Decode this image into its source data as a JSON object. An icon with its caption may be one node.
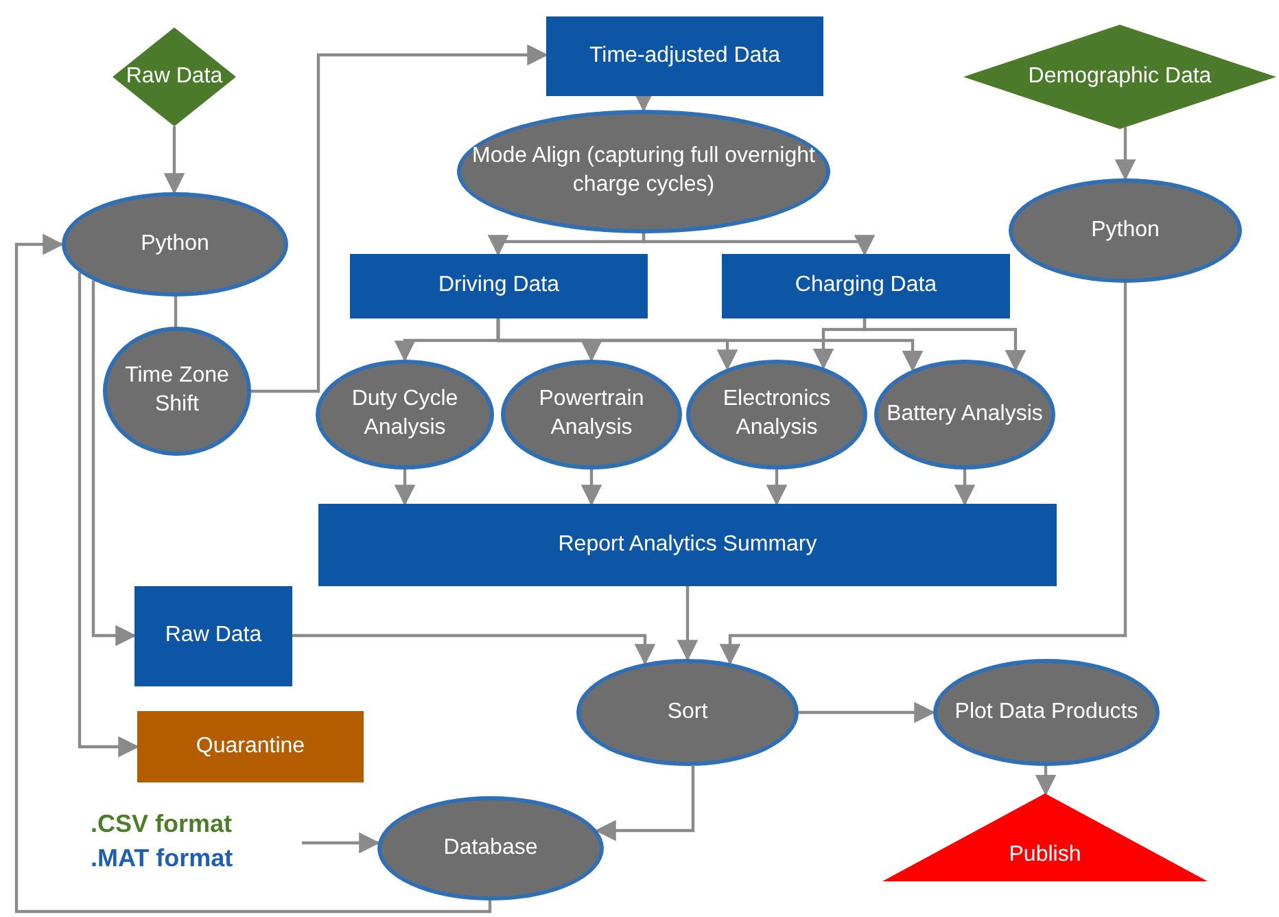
{
  "diagram": {
    "nodes": [
      {
        "text": [
          "Raw Data"
        ]
      },
      {
        "text": [
          "Time-adjusted Data"
        ]
      },
      {
        "text": [
          "Demographic Data"
        ]
      },
      {
        "text": [
          "Mode Align (capturing full overnight charge cycles)"
        ]
      },
      {
        "text": [
          "Python"
        ]
      },
      {
        "text": [
          "Python"
        ]
      },
      {
        "text": [
          "Driving Data"
        ]
      },
      {
        "text": [
          "Charging Data"
        ]
      },
      {
        "text": [
          "Time Zone Shift"
        ]
      },
      {
        "text": [
          "Duty Cycle Analysis"
        ]
      },
      {
        "text": [
          "Powertrain Analysis"
        ]
      },
      {
        "text": [
          "Electronics Analysis"
        ]
      },
      {
        "text": [
          "Battery Analysis"
        ]
      },
      {
        "text": [
          "Report Analytics Summary"
        ]
      },
      {
        "text": [
          "Raw Data"
        ]
      },
      {
        "text": [
          "Sort"
        ]
      },
      {
        "text": [
          "Plot Data Products"
        ]
      },
      {
        "text": [
          "Quarantine"
        ]
      },
      {
        "text": [
          ".CSV format",
          ".MAT format"
        ]
      },
      {
        "text": [
          "Database"
        ]
      },
      {
        "text": [
          "Publish"
        ]
      }
    ],
    "edges": [
      {
        "from": 0,
        "to": 4,
        "arrow": "to"
      },
      {
        "from": 4,
        "to": 8,
        "arrow": "none"
      },
      {
        "from": 8,
        "to": 1,
        "arrow": "to"
      },
      {
        "from": 1,
        "to": 3,
        "arrow": "to"
      },
      {
        "from": 3,
        "to": 6,
        "arrow": "to"
      },
      {
        "from": 3,
        "to": 7,
        "arrow": "to"
      },
      {
        "from": 2,
        "to": 5,
        "arrow": "to"
      },
      {
        "from": 6,
        "to": 9,
        "arrow": "to"
      },
      {
        "from": 6,
        "to": 10,
        "arrow": "to"
      },
      {
        "from": 6,
        "to": 11,
        "arrow": "to"
      },
      {
        "from": 6,
        "to": 12,
        "arrow": "to"
      },
      {
        "from": 7,
        "to": 11,
        "arrow": "to"
      },
      {
        "from": 7,
        "to": 12,
        "arrow": "to"
      },
      {
        "from": 9,
        "to": 13,
        "arrow": "to"
      },
      {
        "from": 10,
        "to": 13,
        "arrow": "to"
      },
      {
        "from": 11,
        "to": 13,
        "arrow": "to"
      },
      {
        "from": 12,
        "to": 13,
        "arrow": "to"
      },
      {
        "from": 13,
        "to": 15,
        "arrow": "to"
      },
      {
        "from": 4,
        "to": 14,
        "arrow": "to"
      },
      {
        "from": 4,
        "to": 17,
        "arrow": "to"
      },
      {
        "from": 14,
        "to": 15,
        "arrow": "to"
      },
      {
        "from": 5,
        "to": 15,
        "arrow": "to"
      },
      {
        "from": 15,
        "to": 16,
        "arrow": "to"
      },
      {
        "from": 16,
        "to": 20,
        "arrow": "to"
      },
      {
        "from": 15,
        "to": 19,
        "arrow": "to"
      },
      {
        "from": 18,
        "to": 19,
        "arrow": "to"
      },
      {
        "from": 19,
        "to": 4,
        "arrow": "to"
      }
    ]
  }
}
